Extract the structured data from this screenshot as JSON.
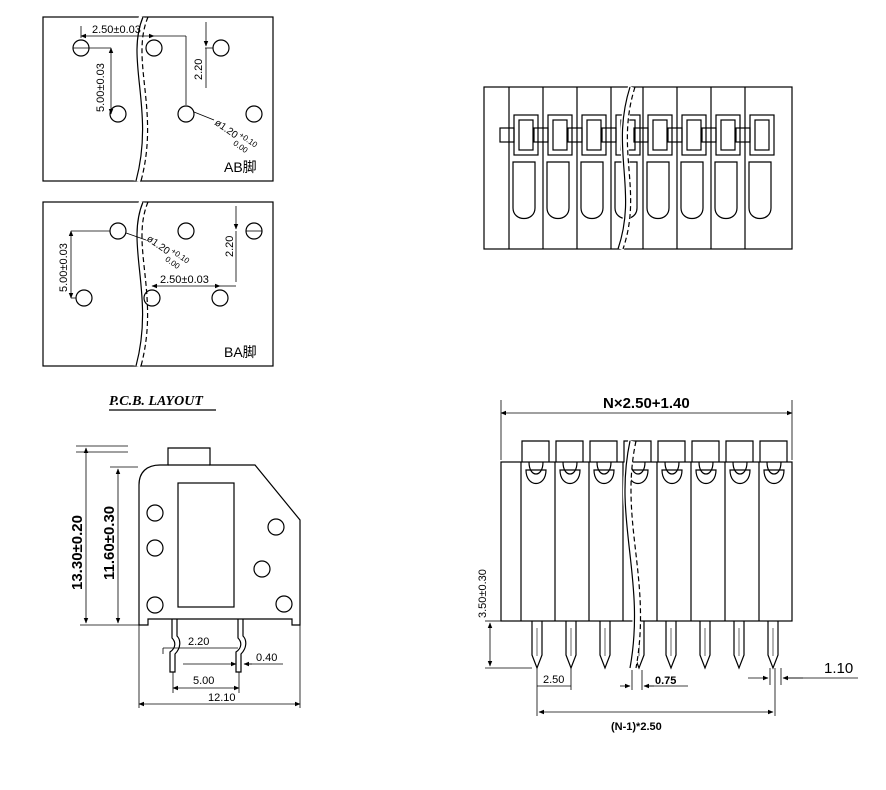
{
  "pcb_layout": {
    "title": "P.C.B. LAYOUT",
    "ab": {
      "label": "AB脚",
      "pitch": "2.50±0.03",
      "row_spacing": "5.00±0.03",
      "offset": "2.20",
      "hole_dia": "ø1.20",
      "hole_tol_plus": "+0.10",
      "hole_tol_minus": "0.00"
    },
    "ba": {
      "label": "BA脚",
      "pitch": "2.50±0.03",
      "row_spacing": "5.00±0.03",
      "offset": "2.20",
      "hole_dia": "ø1.20",
      "hole_tol_plus": "+0.10",
      "hole_tol_minus": "0.00"
    }
  },
  "side_view": {
    "height_total": "13.30±0.20",
    "height_body": "11.60±0.30",
    "pin_offset": "2.20",
    "pin_width": "0.40",
    "pin_spacing": "5.00",
    "base_width": "12.10"
  },
  "front_view": {
    "overall_width": "N×2.50+1.40",
    "pin_length": "3.50±0.30",
    "pitch": "2.50",
    "pin_thickness": "0.75",
    "pin_span": "(N-1)*2.50",
    "pin_pitch_right": "1.10"
  }
}
